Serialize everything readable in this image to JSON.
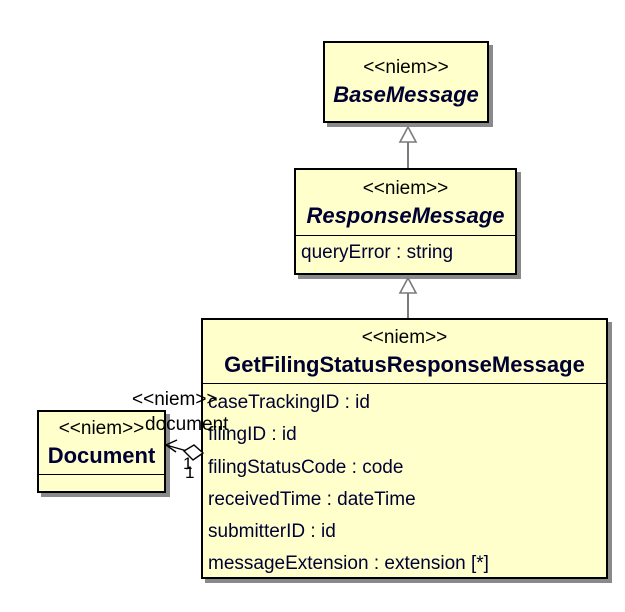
{
  "diagram": {
    "type": "uml-class-diagram",
    "background_color": "#ffffff",
    "box_fill_color": "#ffffcc",
    "box_border_color": "#000000",
    "shadow_color": "#8a8a8a",
    "class_name_color": "#000033",
    "inheritance_line_color": "#7a7a7a",
    "association_line_color": "#000000",
    "classes": [
      {
        "stereotype": "<<niem>>",
        "name": "BaseMessage",
        "abstract": true,
        "attributes": []
      },
      {
        "stereotype": "<<niem>>",
        "name": "ResponseMessage",
        "abstract": true,
        "attributes": [
          "queryError : string"
        ]
      },
      {
        "stereotype": "<<niem>>",
        "name": "GetFilingStatusResponseMessage",
        "abstract": false,
        "attributes": [
          "caseTrackingID : id",
          "filingID : id",
          "filingStatusCode : code",
          "receivedTime : dateTime",
          "submitterID : id",
          "messageExtension : extension [*]"
        ]
      },
      {
        "stereotype": "<<niem>>",
        "name": "Document",
        "abstract": false,
        "attributes": []
      }
    ],
    "relationships": [
      {
        "type": "generalization",
        "from": "ResponseMessage",
        "to": "BaseMessage"
      },
      {
        "type": "generalization",
        "from": "GetFilingStatusResponseMessage",
        "to": "ResponseMessage"
      },
      {
        "type": "aggregation",
        "from": "GetFilingStatusResponseMessage",
        "to": "Document",
        "stereotype": "<<niem>>",
        "label": "document",
        "source_multiplicity": "1",
        "target_multiplicity": "1"
      }
    ]
  }
}
